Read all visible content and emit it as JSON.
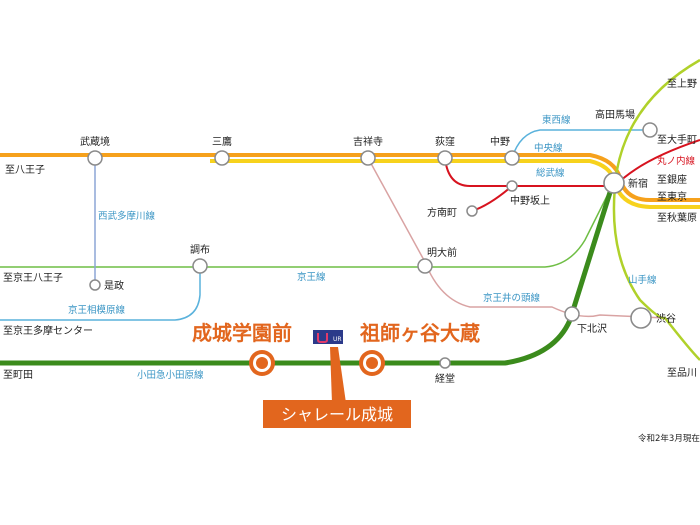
{
  "stations": {
    "musashisakai": "武蔵境",
    "mitaka": "三鷹",
    "kichijoji": "吉祥寺",
    "ogikubo": "荻窪",
    "nakano": "中野",
    "takadanobaba": "高田馬場",
    "shinjuku": "新宿",
    "nakanosakaue": "中野坂上",
    "honancho": "方南町",
    "meidaimae": "明大前",
    "chofu": "調布",
    "koremasa": "是政",
    "shimokitazawa": "下北沢",
    "shibuya": "渋谷",
    "kyodo": "経堂"
  },
  "destinations": {
    "hachioji": "至八王子",
    "keio_hachioji": "至京王八王子",
    "keio_tama_center": "至京王多摩センター",
    "machida": "至町田",
    "ueno": "至上野",
    "otemachi": "至大手町",
    "ikebukuro": "丸ノ内線",
    "ginza": "至銀座",
    "tokyo": "至東京",
    "akihabara": "至秋葉原",
    "shinagawa": "至品川"
  },
  "lines": {
    "tozai": "東西線",
    "chuo": "中央線",
    "sobu": "総武線",
    "seibu_tamagawa": "西武多摩川線",
    "keio": "京王線",
    "keio_sagamihara": "京王相模原線",
    "inokashira": "京王井の頭線",
    "odakyu": "小田急小田原線",
    "yamanote": "山手線"
  },
  "highlights": {
    "seijogakuenmae": "成城学園前",
    "soshigaya_okura": "祖師ヶ谷大蔵",
    "property_name": "シャレール成城",
    "logo_text": "UR"
  },
  "notice": "令和2年3月現在",
  "colors": {
    "chuo": "#f6a11c",
    "sobu": "#f7d21d",
    "tozai": "#5ab2dc",
    "marunouchi": "#d7131f",
    "keio": "#6fbe45",
    "inokashira": "#d9a3a3",
    "sagamihara": "#5ab2dc",
    "seibu": "#8ca5d6",
    "odakyu": "#3b8b1c",
    "yamanote": "#b0d12a",
    "highlight": "#e2661e"
  }
}
